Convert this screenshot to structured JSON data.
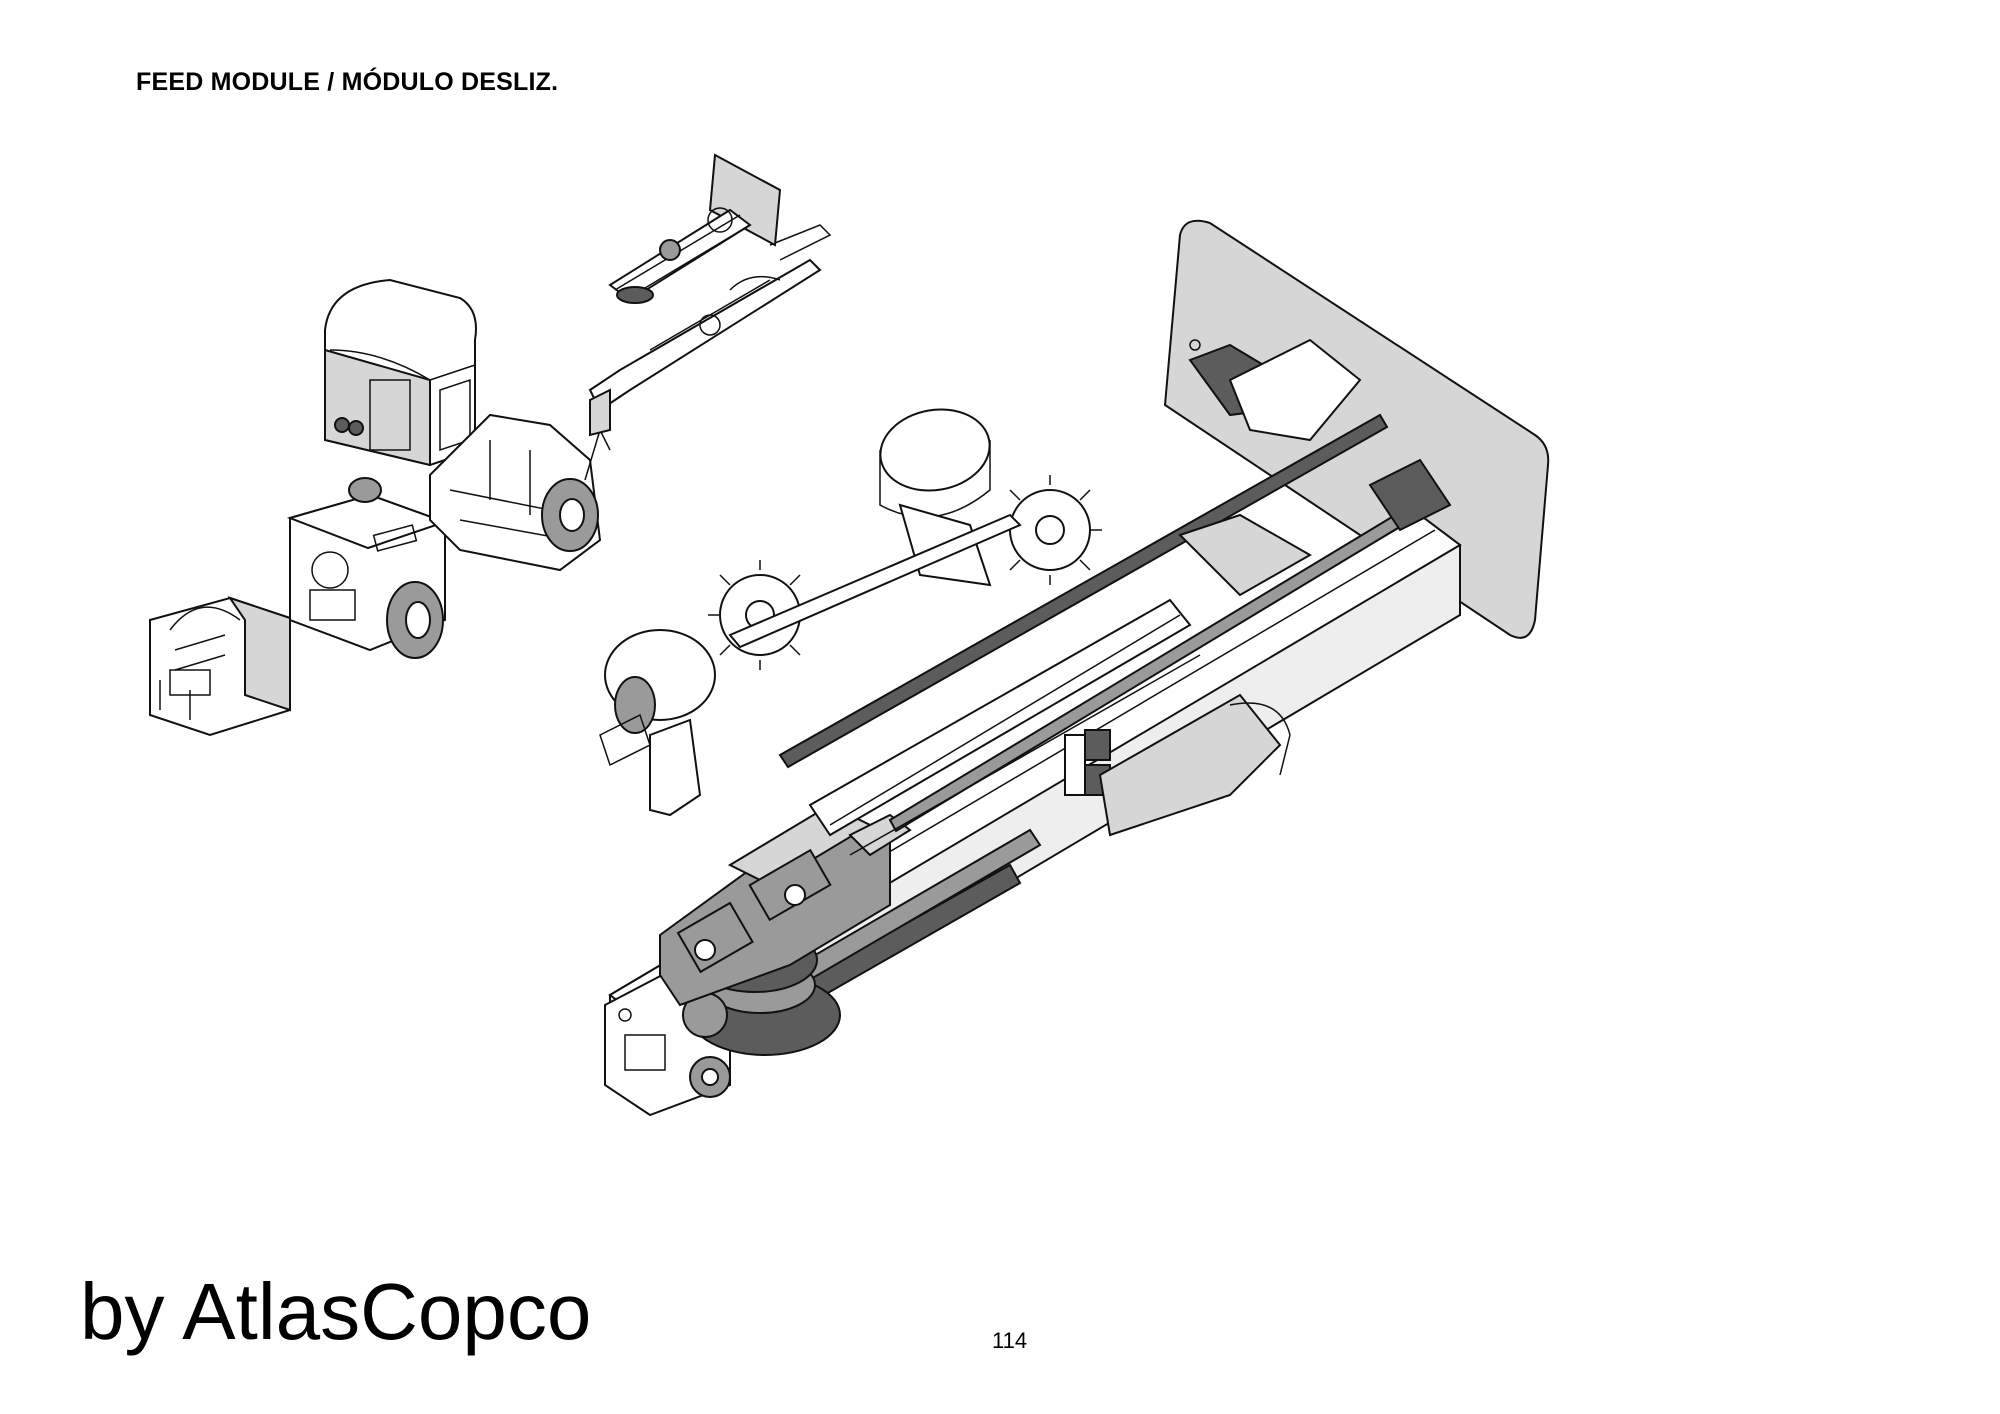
{
  "document": {
    "title": "FEED MODULE / MÓDULO DESLIZ.",
    "brand": "by AtlasCopco",
    "page_number": "114"
  }
}
